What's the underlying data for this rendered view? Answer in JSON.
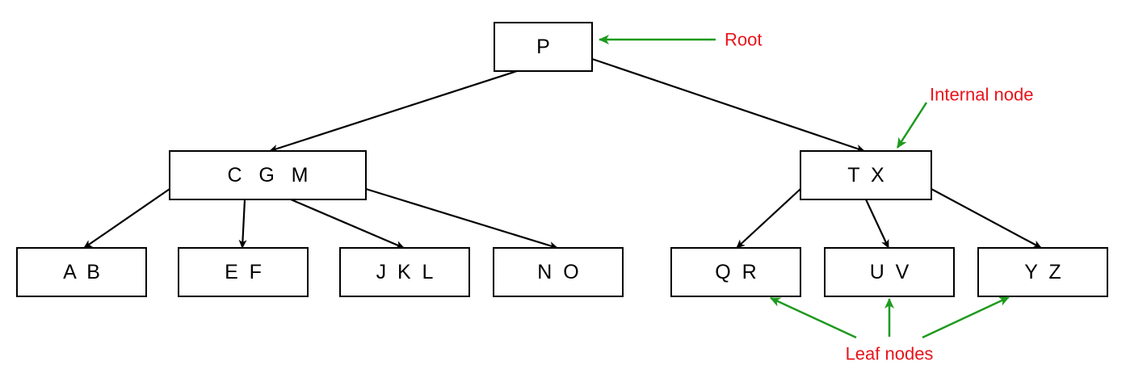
{
  "diagram": {
    "nodes": {
      "root": {
        "label": "P"
      },
      "internal_left": {
        "label": "C   G   M"
      },
      "internal_right": {
        "label": "T  X"
      },
      "leaf_ab": {
        "label": "A  B"
      },
      "leaf_ef": {
        "label": "E  F"
      },
      "leaf_jkl": {
        "label": "J  K  L"
      },
      "leaf_no": {
        "label": "N  O"
      },
      "leaf_qr": {
        "label": "Q  R"
      },
      "leaf_uv": {
        "label": "U  V"
      },
      "leaf_yz": {
        "label": "Y  Z"
      }
    },
    "edges": [
      {
        "from": "root",
        "to": "internal_left"
      },
      {
        "from": "root",
        "to": "internal_right"
      },
      {
        "from": "internal_left",
        "to": "leaf_ab"
      },
      {
        "from": "internal_left",
        "to": "leaf_ef"
      },
      {
        "from": "internal_left",
        "to": "leaf_jkl"
      },
      {
        "from": "internal_left",
        "to": "leaf_no"
      },
      {
        "from": "internal_right",
        "to": "leaf_qr"
      },
      {
        "from": "internal_right",
        "to": "leaf_uv"
      },
      {
        "from": "internal_right",
        "to": "leaf_yz"
      }
    ],
    "annotations": {
      "root": {
        "label": "Root"
      },
      "internal": {
        "label": "Internal node"
      },
      "leaf": {
        "label": "Leaf nodes"
      }
    },
    "colors": {
      "annotation_text": "#e8141b",
      "annotation_arrow": "#1e9a1e",
      "node_border": "#000000"
    }
  }
}
